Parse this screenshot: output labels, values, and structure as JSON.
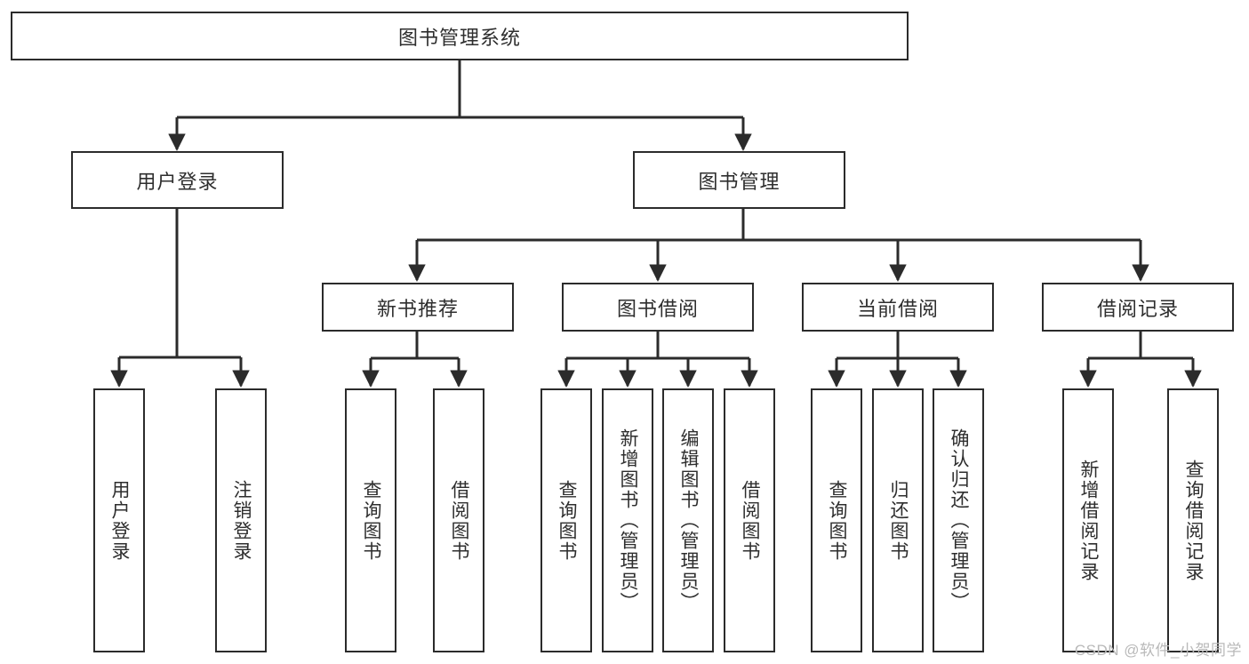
{
  "diagram": {
    "type": "tree-hierarchy",
    "title": "图书管理系统",
    "watermark": "CSDN @软件_小贺同学",
    "colors": {
      "box_border": "#2b2b2b",
      "box_fill": "#ffffff",
      "text": "#2e2e2e",
      "connector": "#2b2b2b",
      "watermark": "#b9b9b9",
      "background": "#ffffff"
    },
    "root": {
      "label": "图书管理系统",
      "orientation": "horizontal"
    },
    "level1": [
      {
        "label": "用户登录",
        "orientation": "horizontal"
      },
      {
        "label": "图书管理",
        "orientation": "horizontal"
      }
    ],
    "level2": [
      {
        "label": "新书推荐",
        "orientation": "horizontal",
        "parent": "图书管理"
      },
      {
        "label": "图书借阅",
        "orientation": "horizontal",
        "parent": "图书管理"
      },
      {
        "label": "当前借阅",
        "orientation": "horizontal",
        "parent": "图书管理"
      },
      {
        "label": "借阅记录",
        "orientation": "horizontal",
        "parent": "图书管理"
      }
    ],
    "leaves": {
      "用户登录": [
        {
          "label": "用户登录",
          "orientation": "vertical"
        },
        {
          "label": "注销登录",
          "orientation": "vertical"
        }
      ],
      "新书推荐": [
        {
          "label": "查询图书",
          "orientation": "vertical"
        },
        {
          "label": "借阅图书",
          "orientation": "vertical"
        }
      ],
      "图书借阅": [
        {
          "label": "查询图书",
          "orientation": "vertical"
        },
        {
          "label": "新增图书（管理员）",
          "orientation": "vertical"
        },
        {
          "label": "编辑图书（管理员）",
          "orientation": "vertical"
        },
        {
          "label": "借阅图书",
          "orientation": "vertical"
        }
      ],
      "当前借阅": [
        {
          "label": "查询图书",
          "orientation": "vertical"
        },
        {
          "label": "归还图书",
          "orientation": "vertical"
        },
        {
          "label": "确认归还（管理员）",
          "orientation": "vertical"
        }
      ],
      "借阅记录": [
        {
          "label": "新增借阅记录",
          "orientation": "vertical"
        },
        {
          "label": "查询借阅记录",
          "orientation": "vertical"
        }
      ]
    }
  }
}
